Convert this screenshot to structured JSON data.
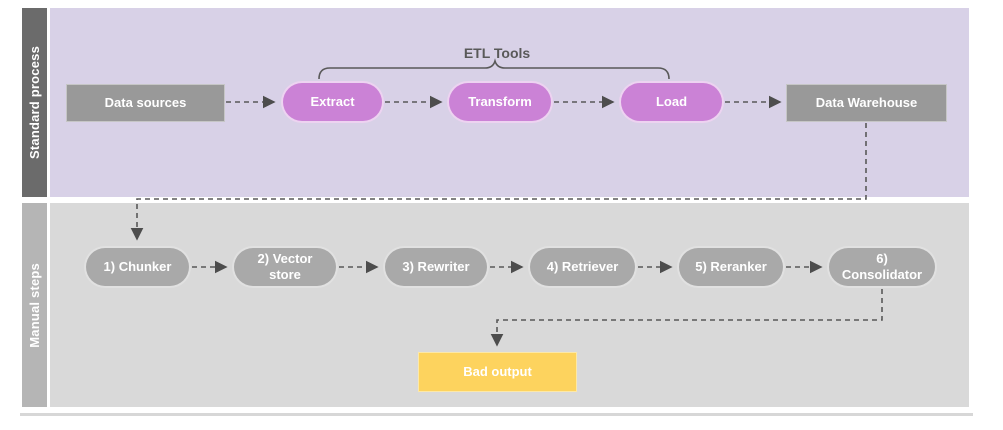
{
  "colors": {
    "lane1_label_bg": "#6b6b6b",
    "lane1_bg": "#d8d1e7",
    "lane2_label_bg": "#b5b5b5",
    "lane2_bg": "#d9d9d9",
    "etl_pill_fill": "#cb82d6",
    "gray_box_fill": "#999999",
    "manual_pill_fill": "#a9a9a9",
    "bad_output_fill": "#fdd35e",
    "connector_stroke": "#595959",
    "node_text": "#ffffff"
  },
  "lanes": [
    {
      "label": "Standard process",
      "annotation": "ETL Tools",
      "nodes": [
        {
          "label": "Data sources"
        },
        {
          "label": "Extract"
        },
        {
          "label": "Transform"
        },
        {
          "label": "Load"
        },
        {
          "label": "Data Warehouse"
        }
      ]
    },
    {
      "label": "Manual steps",
      "nodes": [
        {
          "label": "1) Chunker"
        },
        {
          "label": "2) Vector store"
        },
        {
          "label": "3) Rewriter"
        },
        {
          "label": "4) Retriever"
        },
        {
          "label": "5) Reranker"
        },
        {
          "label": "6) Consolidator"
        }
      ],
      "result_node": {
        "label": "Bad output"
      }
    }
  ]
}
